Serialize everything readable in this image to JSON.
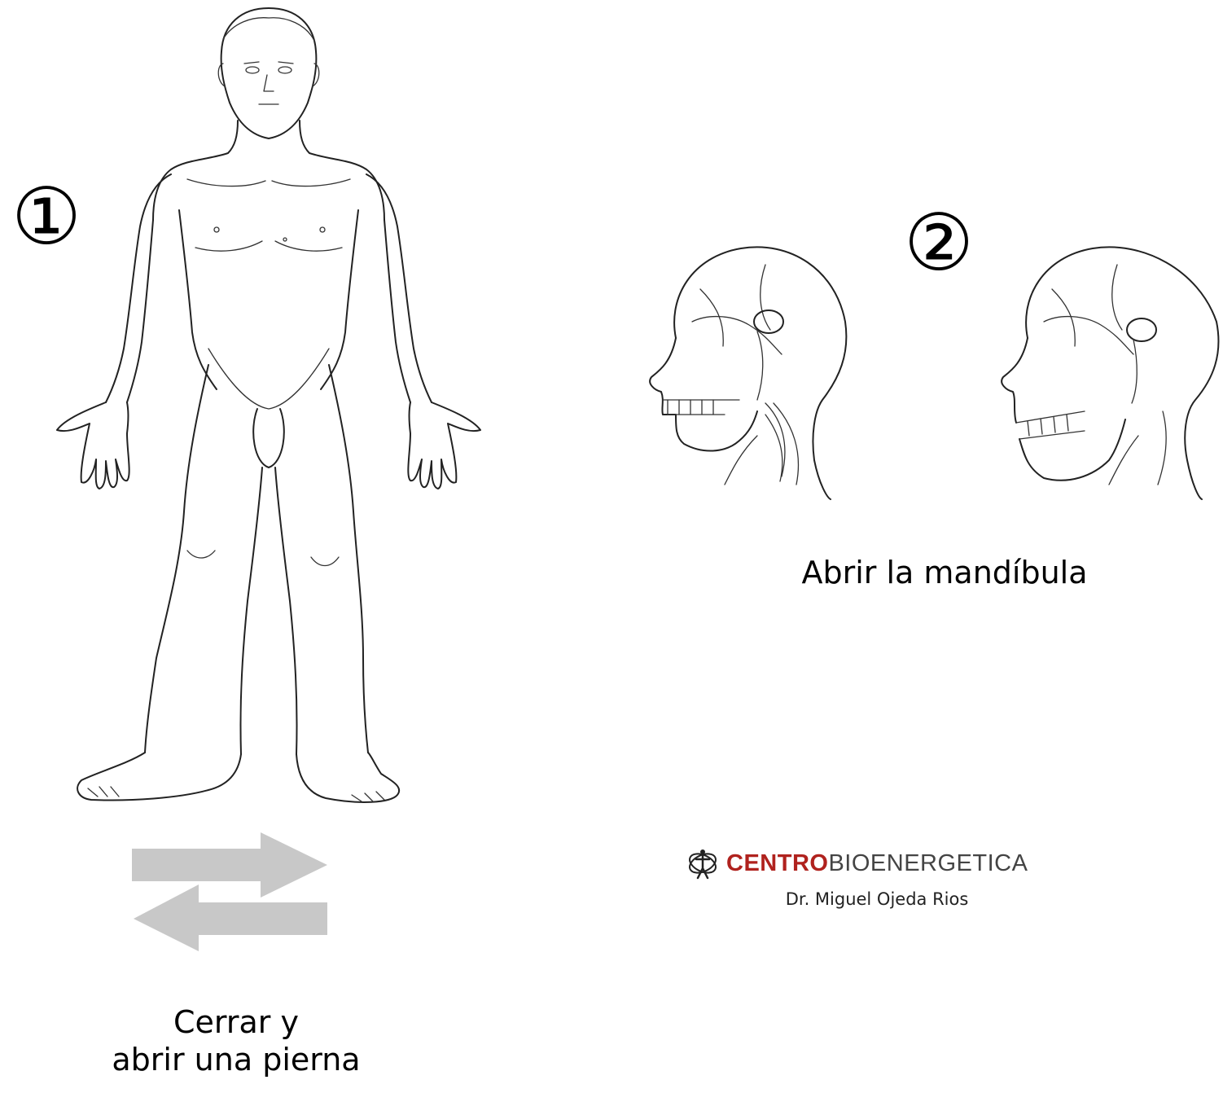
{
  "steps": [
    {
      "number": "①",
      "caption_lines": [
        "Cerrar y",
        "abrir una pierna"
      ]
    },
    {
      "number": "②",
      "caption": "Abrir la mandíbula"
    }
  ],
  "logo": {
    "brand_bold": "CENTRO",
    "brand_light": "BIOENERGETICA",
    "subtitle": "Dr. Miguel Ojeda Rios",
    "brand_color": "#b0221e",
    "icon": "figure-swirl-icon"
  },
  "arrows": {
    "color": "#c8c8c8",
    "directions": [
      "right",
      "left"
    ]
  }
}
